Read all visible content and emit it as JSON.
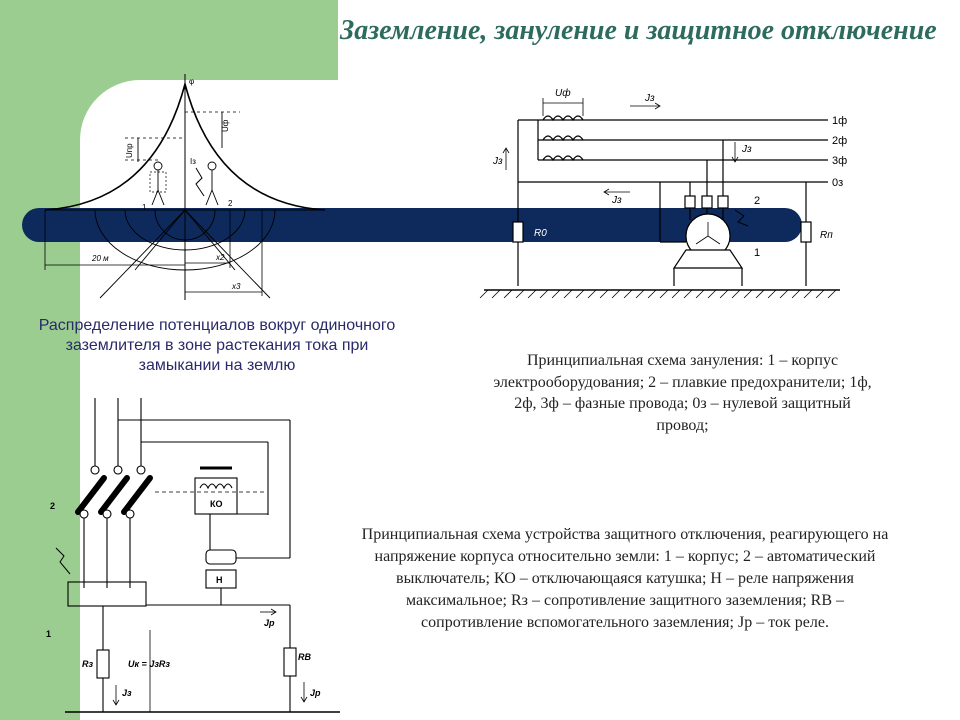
{
  "title": "Заземление, зануление и защитное отключение",
  "figure1": {
    "caption": "Распределение потенциалов вокруг одиночного заземлителя в зоне растекания тока при замыкании на землю",
    "labels": {
      "phi": "φ",
      "u_phi": "Uф",
      "u_pr": "Uпр",
      "i_z": "Iз",
      "n1": "1",
      "n2": "2",
      "dist": "20 м",
      "x2": "x2",
      "x3": "x3"
    }
  },
  "figure2": {
    "caption": "Принципиальная схема зануления: 1 – корпус электрооборудования; 2 – плавкие предохранители; 1ф, 2ф, 3ф – фазные провода; 0з – нулевой защитный провод;",
    "labels": {
      "u_phi": "Uф",
      "j_z": "Jз",
      "phase1": "1ф",
      "phase2": "2ф",
      "phase3": "3ф",
      "neutral": "0з",
      "r0": "R0",
      "rn": "Rп",
      "n1": "1",
      "n2": "2"
    }
  },
  "figure3": {
    "caption": "Принципиальная схема устройства защитного отключения, реагирующего на напряжение корпуса относительно земли: 1 – корпус; 2 – автоматический выключатель; КО – отключающаяся катушка; Н – реле напряжения максимальное; Rз – сопротивление защитного заземления; RВ – сопротивление вспомогательного заземления; Jр – ток реле.",
    "labels": {
      "ko": "КО",
      "h": "Н",
      "n1": "1",
      "n2": "2",
      "rz": "Rз",
      "rv": "RВ",
      "uk": "Uк = JзRз",
      "jz": "Jз",
      "jp": "Jр"
    }
  }
}
